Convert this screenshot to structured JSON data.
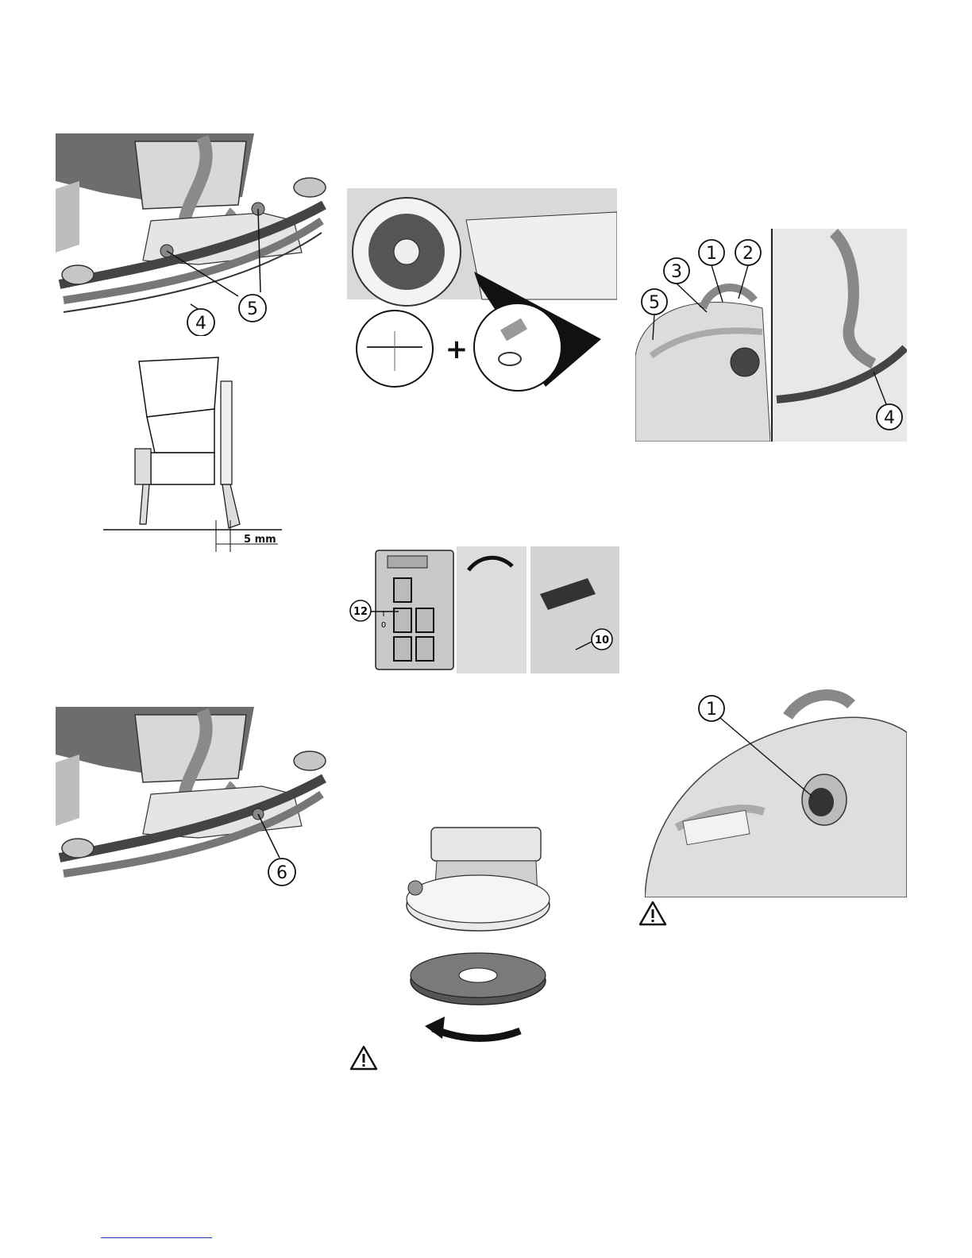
{
  "figures": {
    "squeegee_top": {
      "callouts": [
        "4",
        "5",
        "5"
      ]
    },
    "squeegee_section": {
      "dimension_label": "5 mm"
    },
    "squeegee_bottom": {
      "callouts": [
        "6"
      ]
    },
    "wheel_pin": {
      "plus_sign": "+"
    },
    "control_panel": {
      "callouts": [
        "12",
        "10"
      ],
      "switch_on": "I",
      "switch_off": "0"
    },
    "brush_head": {},
    "tank_top": {
      "callouts": [
        "1",
        "2",
        "3",
        "5",
        "4"
      ]
    },
    "tank_bottom": {
      "callouts": [
        "1"
      ]
    }
  },
  "icons": {
    "warning_1": "warning-triangle-icon",
    "warning_2": "warning-triangle-icon"
  }
}
